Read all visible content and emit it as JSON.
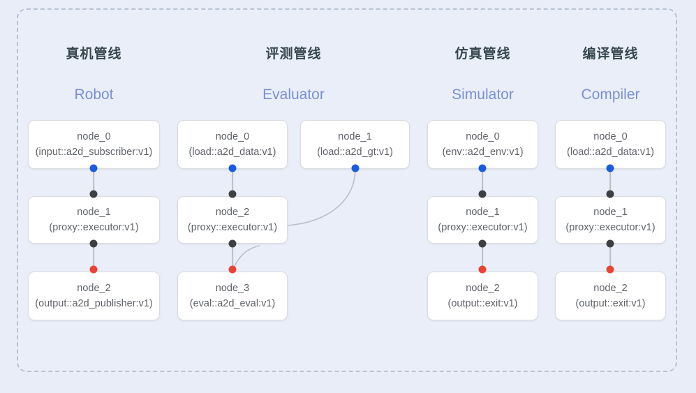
{
  "panel": {
    "border_style": "dashed",
    "border_color": "#b9c2d4",
    "background": "#eaeef8",
    "page_background": "#e8edf7"
  },
  "palette": {
    "output_port": "#1a5ce0",
    "relay_port": "#3c4043",
    "input_port": "#ea4335",
    "link": "#b9bec7",
    "subtitle": "#7b8fd4",
    "title": "#37474f",
    "node_text": "#5f6368",
    "node_border": "#dadce0"
  },
  "columns": [
    {
      "title": "真机管线",
      "subtitle": "Robot",
      "nodes": [
        {
          "name": "node_0",
          "type": "(input::a2d_subscriber:v1)"
        },
        {
          "name": "node_1",
          "type": "(proxy::executor:v1)"
        },
        {
          "name": "node_2",
          "type": "(output::a2d_publisher:v1)"
        }
      ]
    },
    {
      "title": "评测管线",
      "subtitle": "Evaluator",
      "nodes": [
        {
          "name": "node_0",
          "type": "(load::a2d_data:v1)"
        },
        {
          "name": "node_1",
          "type": "(load::a2d_gt:v1)"
        },
        {
          "name": "node_2",
          "type": "(proxy::executor:v1)"
        },
        {
          "name": "node_3",
          "type": "(eval::a2d_eval:v1)"
        }
      ]
    },
    {
      "title": "仿真管线",
      "subtitle": "Simulator",
      "nodes": [
        {
          "name": "node_0",
          "type": "(env::a2d_env:v1)"
        },
        {
          "name": "node_1",
          "type": "(proxy::executor:v1)"
        },
        {
          "name": "node_2",
          "type": "(output::exit:v1)"
        }
      ]
    },
    {
      "title": "编译管线",
      "subtitle": "Compiler",
      "nodes": [
        {
          "name": "node_0",
          "type": "(load::a2d_data:v1)"
        },
        {
          "name": "node_1",
          "type": "(proxy::executor:v1)"
        },
        {
          "name": "node_2",
          "type": "(output::exit:v1)"
        }
      ]
    }
  ]
}
